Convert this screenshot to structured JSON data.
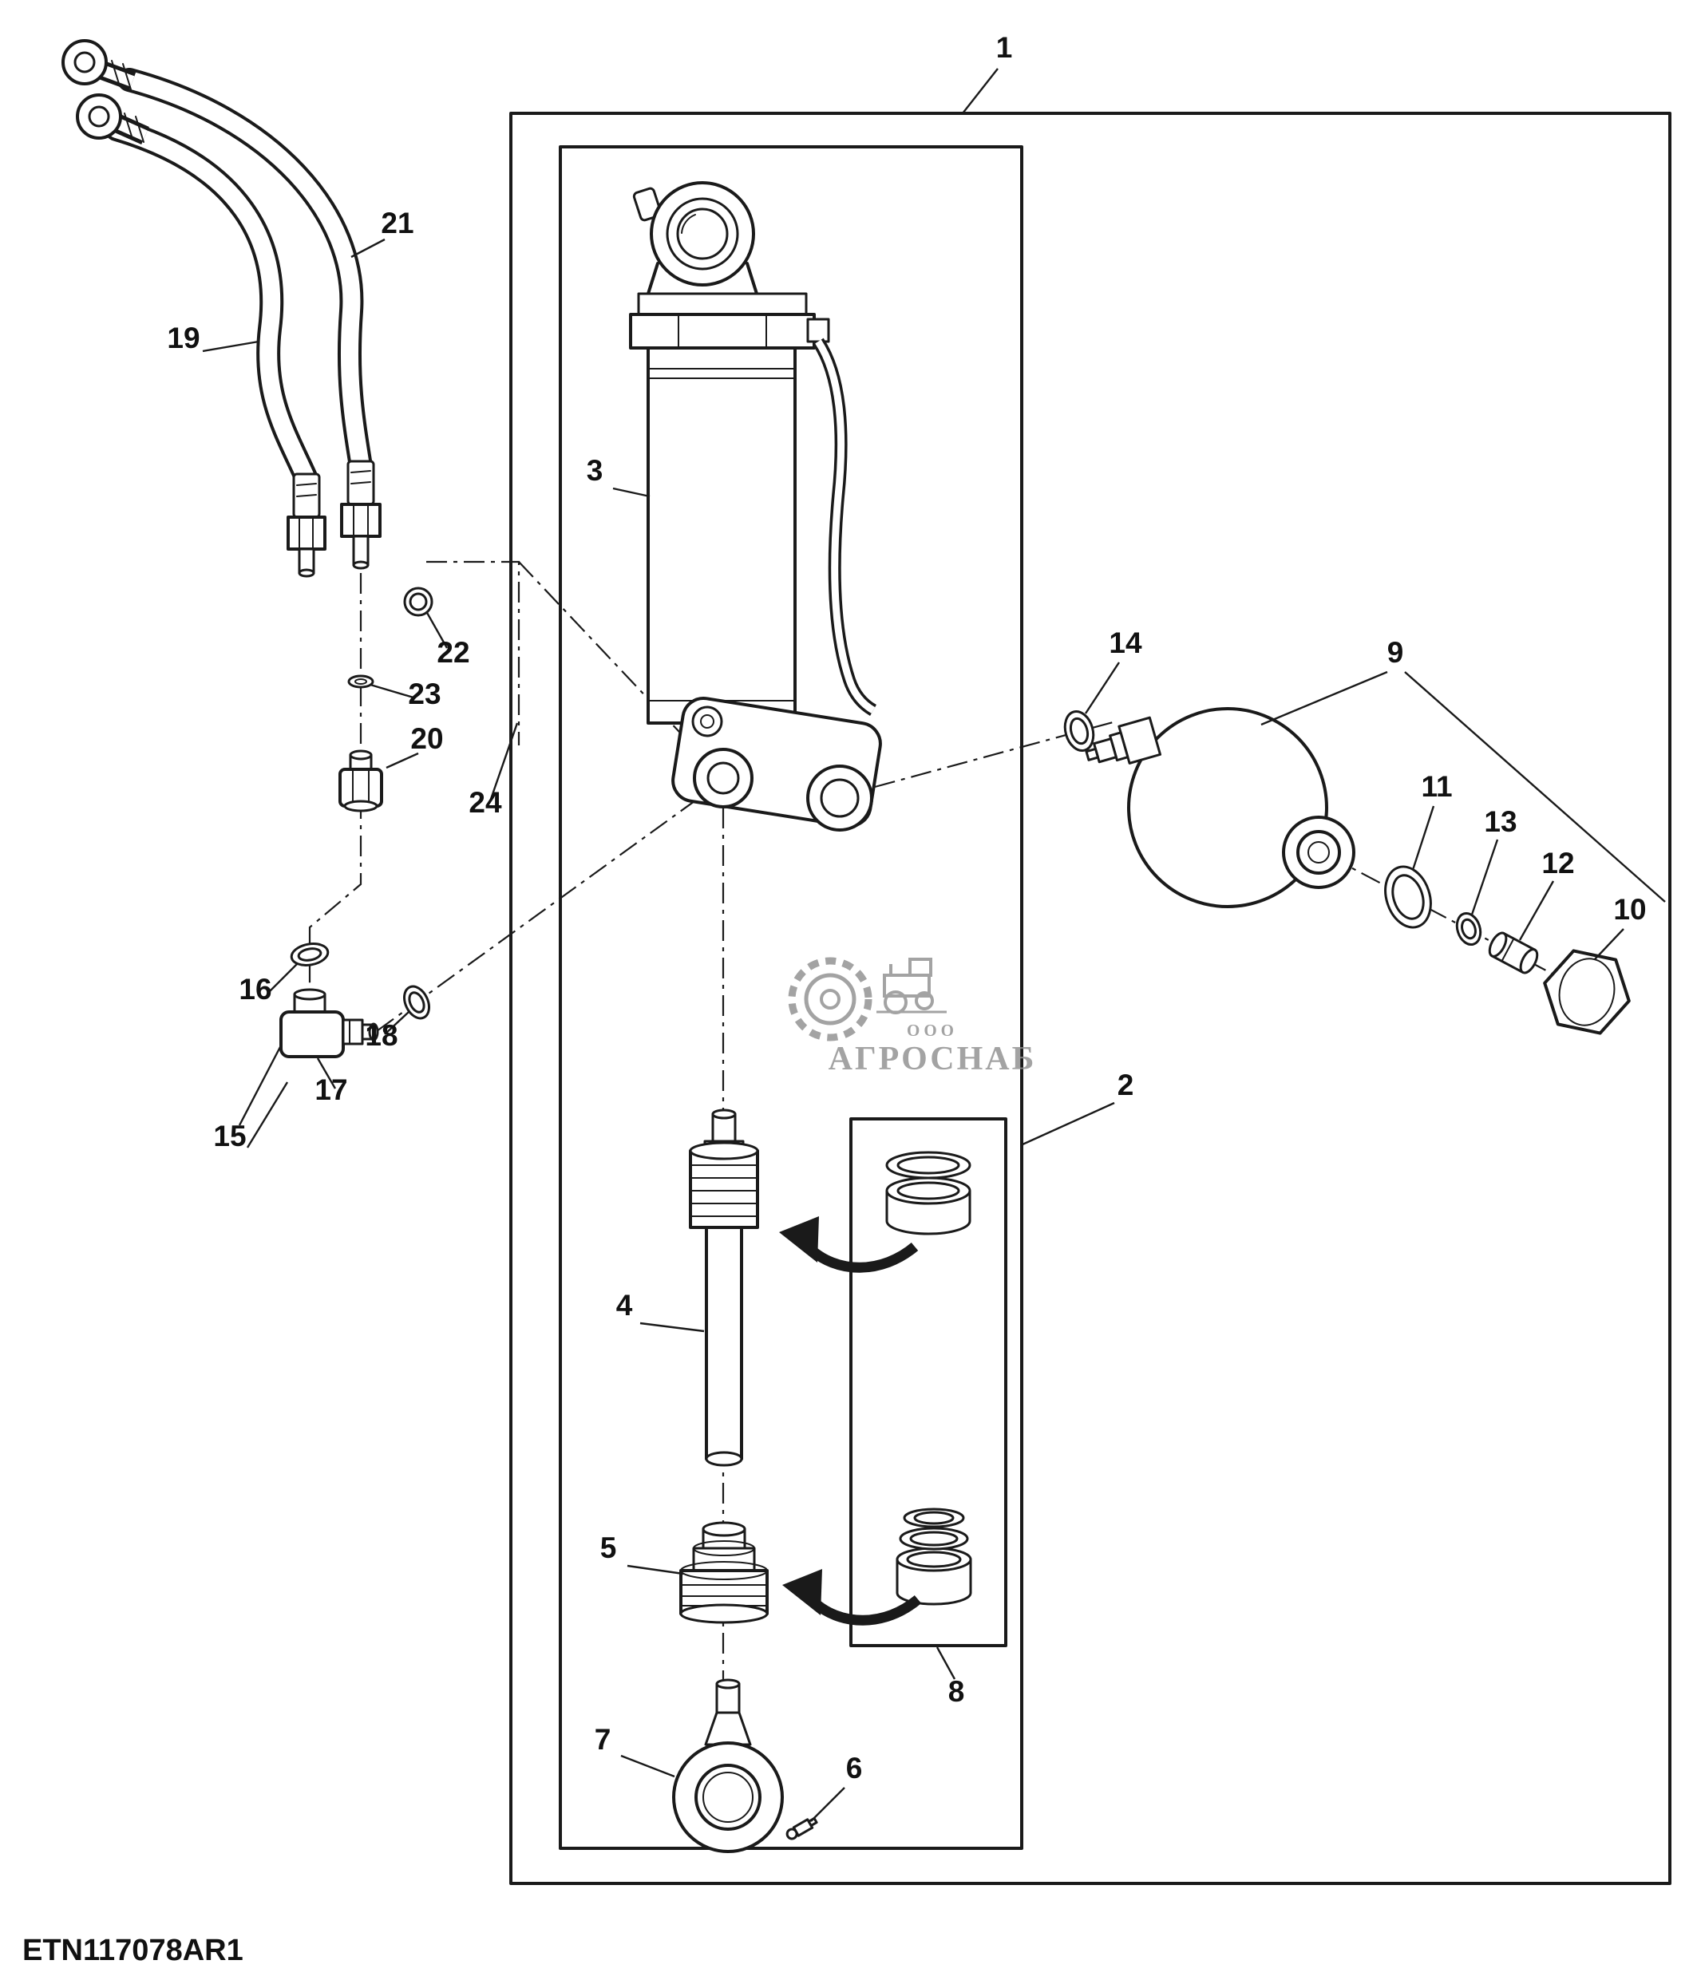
{
  "diagram": {
    "type": "exploded-parts-diagram",
    "drawing_code": "ETN117078AR1",
    "callouts": [
      "1",
      "2",
      "3",
      "4",
      "5",
      "6",
      "7",
      "8",
      "9",
      "10",
      "11",
      "12",
      "13",
      "14",
      "15",
      "16",
      "17",
      "18",
      "19",
      "20",
      "21",
      "22",
      "23",
      "24"
    ],
    "watermark": {
      "org_prefix": "ООО",
      "org_name": "АГРОСНАБ"
    },
    "colors": {
      "line": "#1a1a1a",
      "background": "#ffffff",
      "watermark": "#8f8f8f"
    }
  }
}
